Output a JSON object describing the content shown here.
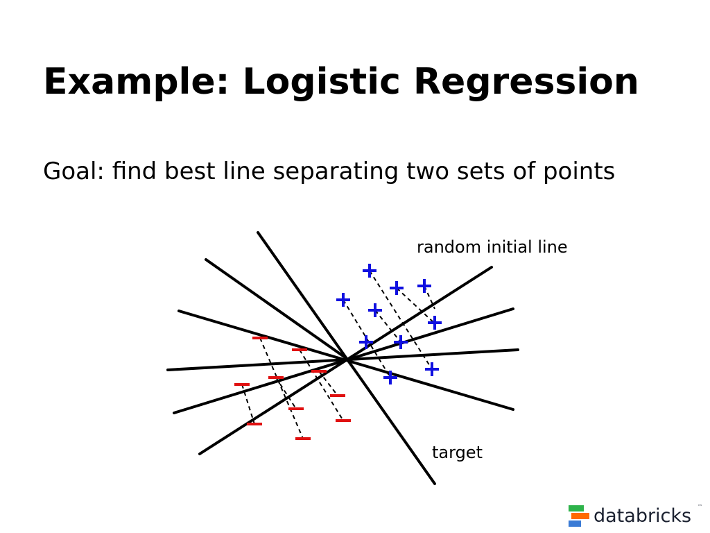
{
  "slide": {
    "title": "Example: Logistic Regression",
    "subtitle": "Goal: find best line separating two sets of points"
  },
  "diagram": {
    "label_initial": "random initial line",
    "label_target": "target",
    "plus_symbol": "+",
    "minus_symbol": "–",
    "plus_color": "#1010e0",
    "minus_color": "#e01010",
    "line_color": "#000000"
  },
  "logo": {
    "text": "databricks",
    "tm": "™",
    "colors": [
      "#2db34a",
      "#ff6a00",
      "#3a7bd5"
    ]
  }
}
